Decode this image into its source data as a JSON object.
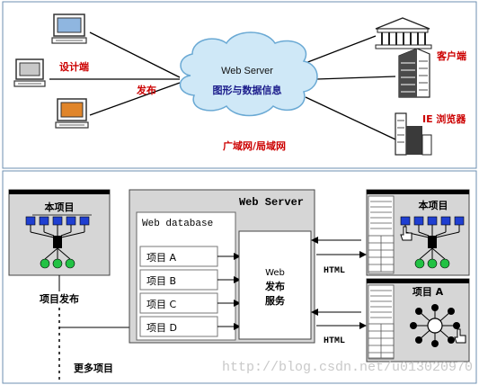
{
  "top_diagram": {
    "designer_label": "设计端",
    "publish_label": "发布",
    "cloud_title": "Web Server",
    "cloud_subtitle": "图形与数据信息",
    "network_label": "广域网/局域网",
    "client_label": "客户端",
    "browser_label": "IE 浏览器"
  },
  "bottom_diagram": {
    "left_project_title": "本项目",
    "publish_project_label": "项目发布",
    "more_projects_label": "更多项目",
    "server_title": "Web Server",
    "database_title": "Web database",
    "database_items": [
      "项目 A",
      "项目 B",
      "项目 C",
      "项目 D"
    ],
    "service_label_1": "Web",
    "service_label_2": "发布",
    "service_label_3": "服务",
    "html_label_1": "HTML",
    "html_label_2": "HTML",
    "right_project_title": "本项目",
    "right_projecta_title": "项目 A"
  },
  "watermark": "http://blog.csdn.net/u013020970",
  "colors": {
    "accent_red": "#cc0000",
    "cloud_fill": "#cfe8f7",
    "node_blue": "#1f3fd1",
    "node_green": "#22c244",
    "panel_gray": "#d6d6d6",
    "frame_border": "#6e8fb0"
  }
}
